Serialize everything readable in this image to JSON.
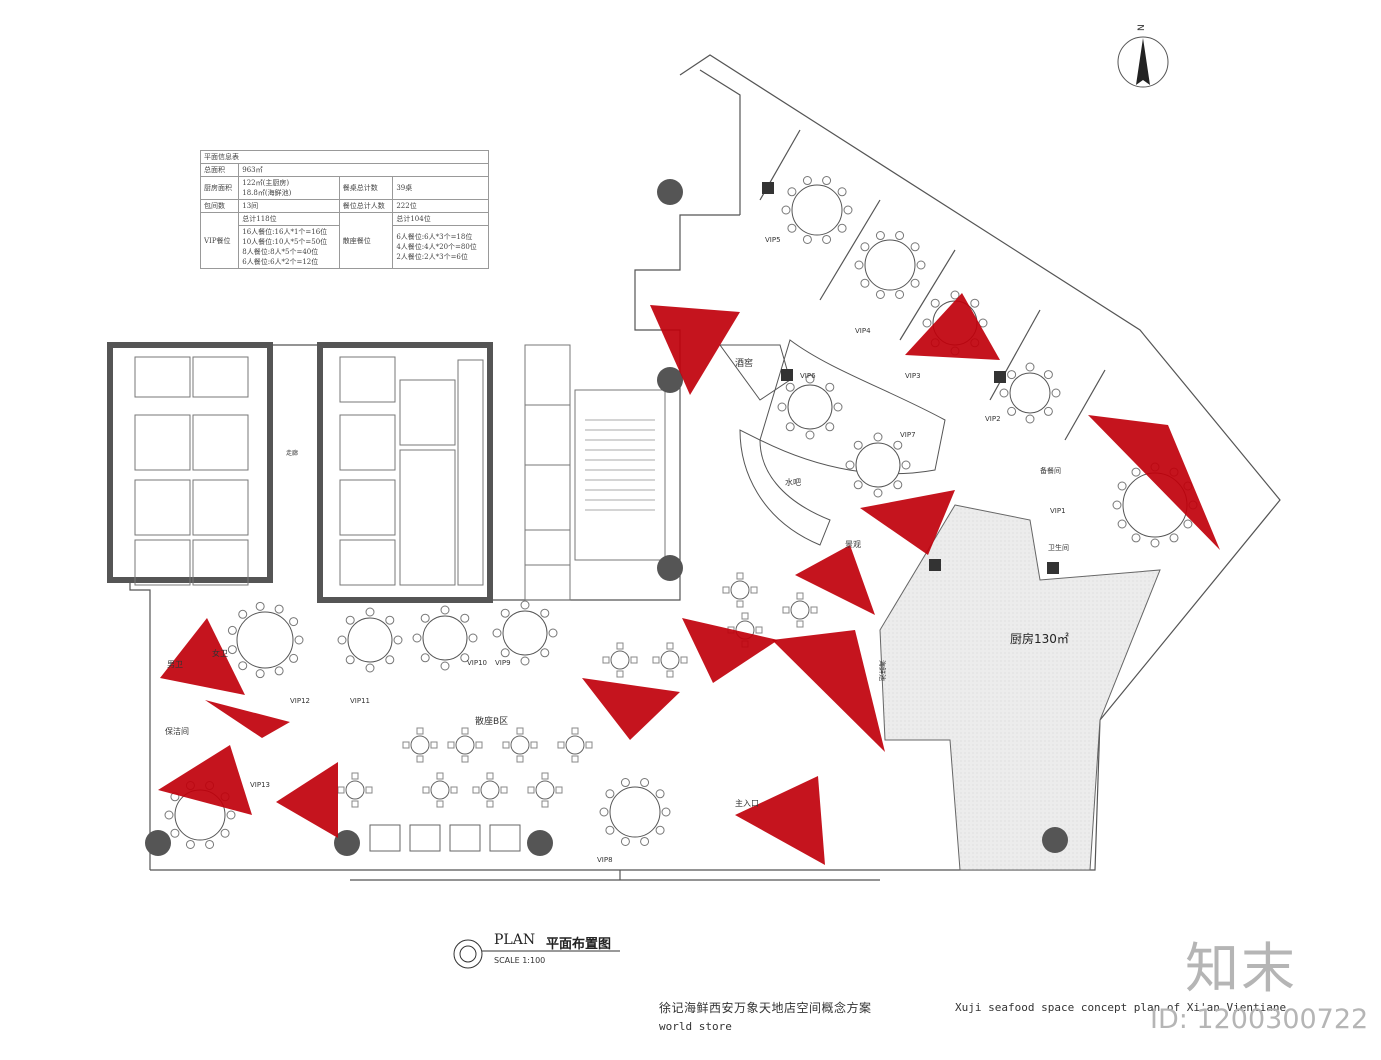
{
  "info_table": {
    "title": "平面信息表",
    "rows": [
      {
        "label": "总面积",
        "value": "963㎡"
      },
      {
        "label": "厨房面积",
        "value_1": "122㎡(主厨房)",
        "value_2": "18.8㎡(海鲜池)",
        "label_b": "餐桌总计数",
        "value_b": "39桌"
      },
      {
        "label": "包间数",
        "value": "13间",
        "label_b": "餐位总计人数",
        "value_b": "222位"
      }
    ],
    "vip": {
      "header": "VIP餐位",
      "total": "总计118位",
      "lines": [
        "16人餐位:16人*1个=16位",
        "10人餐位:10人*5个=50位",
        "8人餐位:8人*5个=40位",
        "6人餐位:6人*2个=12位"
      ]
    },
    "hall": {
      "header": "散座餐位",
      "total": "总计104位",
      "lines": [
        "6人餐位:6人*3个=18位",
        "4人餐位:4人*20个=80位",
        "2人餐位:2人*3个=6位"
      ]
    }
  },
  "rooms": {
    "vip1": "VIP1",
    "vip2": "VIP2",
    "vip3": "VIP3",
    "vip4": "VIP4",
    "vip5": "VIP5",
    "vip6": "VIP6",
    "vip7": "VIP7",
    "vip8": "VIP8",
    "vip9": "VIP9",
    "vip10": "VIP10",
    "vip11": "VIP11",
    "vip12": "VIP12",
    "vip13": "VIP13",
    "kitchen": "厨房130㎡",
    "wine": "酒窖",
    "bar": "水吧",
    "view": "景观",
    "hall_b": "散座B区",
    "main_entrance": "主入口",
    "toilet": "卫生间",
    "male_wc": "男卫",
    "female_wc": "女卫",
    "cleaning": "保洁间",
    "prep": "备餐间",
    "corridor": "走廊",
    "seafood_pool": "海鲜池"
  },
  "north": "N",
  "plan_title": "PLAN",
  "plan_label": "平面布置图",
  "plan_scale": "SCALE 1:100",
  "caption_cn": "徐记海鲜西安万象天地店空间概念方案",
  "caption_en": "Xuji seafood space concept plan of Xi'an Vientiane",
  "caption_en2": "world store",
  "watermark_logo": "知末",
  "watermark_id": "ID: 1200300722",
  "colors": {
    "camera": "#c0000b",
    "wall": "#555555",
    "column": "#555555",
    "kitchen": "#e8e8e8"
  }
}
